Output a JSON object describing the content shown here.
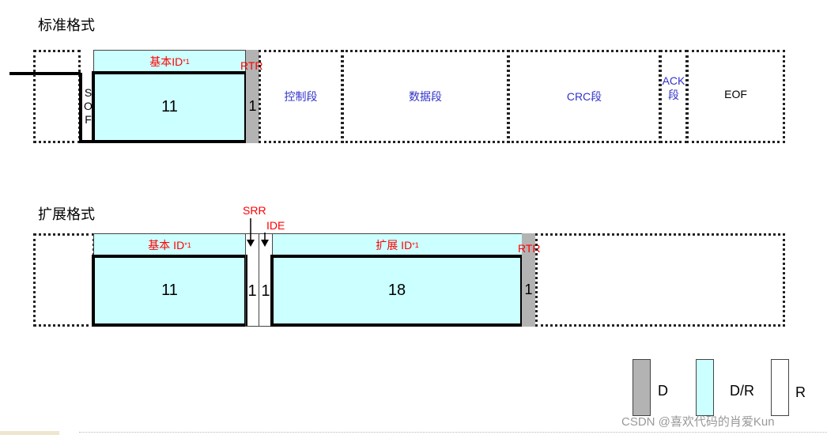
{
  "standard": {
    "title": "标准格式",
    "sof": [
      "S",
      "O",
      "F"
    ],
    "base_id": "基本ID",
    "footnote": "*1",
    "base_bits": "11",
    "rtr": "RTR",
    "rtr_bits": "1",
    "control": "控制段",
    "data": "数据段",
    "crc": "CRC段",
    "ack": [
      "ACK",
      "段"
    ],
    "eof": "EOF"
  },
  "extended": {
    "title": "扩展格式",
    "base_id": "基本 ID",
    "footnote": "*1",
    "base_bits": "11",
    "srr": "SRR",
    "srr_bits": "1",
    "ide": "IDE",
    "ide_bits": "1",
    "ext_id": "扩展 ID",
    "ext_bits": "18",
    "rtr": "RTR",
    "rtr_bits": "1"
  },
  "legend": {
    "d": "D",
    "dr": "D/R",
    "r": "R"
  },
  "watermark": "CSDN @喜欢代码的肖爱Kun",
  "colors": {
    "dominant": "#b3b3b3",
    "dr": "#ccffff",
    "label_red": "#ff0000",
    "label_blue": "#3333cc"
  }
}
